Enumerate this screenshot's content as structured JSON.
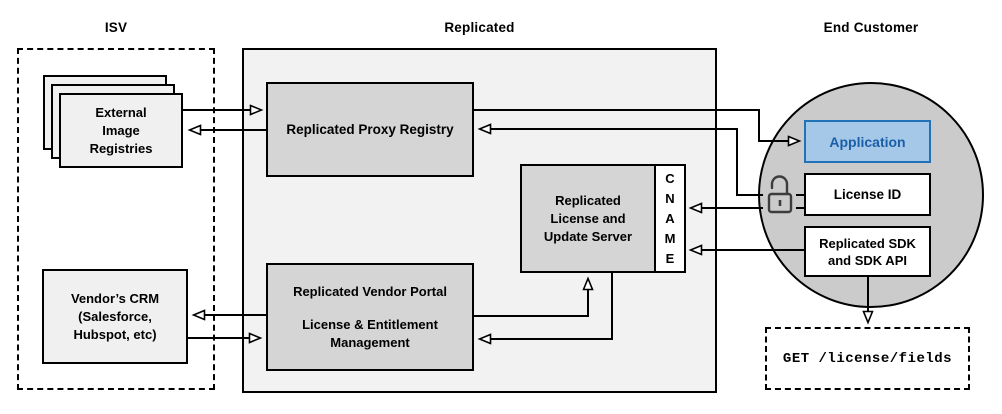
{
  "headers": {
    "isv": "ISV",
    "replicated": "Replicated",
    "end_customer": "End Customer"
  },
  "isv_section": {
    "external_registries": "External\nImage\nRegistries",
    "vendor_crm": "Vendor’s CRM\n(Salesforce,\nHubspot, etc)"
  },
  "replicated_section": {
    "proxy_registry": "Replicated Proxy Registry",
    "license_update_server": "Replicated\nLicense and\nUpdate Server",
    "cname": "C\nN\nA\nM\nE",
    "vendor_portal_title": "Replicated Vendor Portal",
    "vendor_portal_subtitle": "License & Entitlement\nManagement"
  },
  "end_customer_section": {
    "application": "Application",
    "license_id": "License ID",
    "sdk": "Replicated SDK\nand SDK API",
    "api_request": "GET /license/fields"
  },
  "icons": {
    "unlocked_padlock": "unlocked-padlock-icon",
    "stacked_registries": "stacked-papers-icon"
  },
  "colors": {
    "application_fill": "#a6c8e8",
    "application_border": "#2272b8",
    "application_text": "#1b5fa8",
    "gray_box_fill": "#d5d5d5",
    "replicated_container_fill": "#f2f2f2",
    "customer_circle_fill": "#cbcbcb",
    "light_box_fill": "#f0f0f0",
    "line_color": "#000000"
  }
}
